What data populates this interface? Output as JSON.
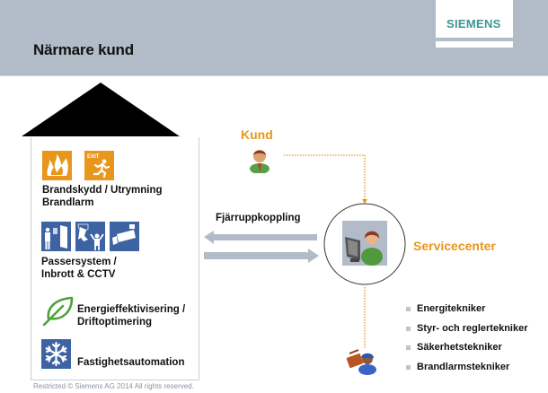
{
  "header": {
    "title": "Närmare kund",
    "brand": "SIEMENS"
  },
  "house": {
    "sections": [
      {
        "label_line1": "Brandskydd / Utrymning",
        "label_line2": "Brandlarm",
        "icons": [
          "fire-icon",
          "exit-running-man-icon"
        ],
        "color": "#e8961c"
      },
      {
        "label_line1": "Passersystem /",
        "label_line2": "Inbrott & CCTV",
        "icons": [
          "access-control-door-icon",
          "burglar-icon",
          "cctv-camera-icon"
        ],
        "color": "#3d63a3"
      },
      {
        "label_line1": "Energieffektivisering /",
        "label_line2": "Driftoptimering",
        "icons": [
          "leaf-icon"
        ],
        "color": "#4fa23a"
      },
      {
        "label_line1": "Fastighetsautomation",
        "label_line2": "",
        "icons": [
          "snowflake-icon"
        ],
        "color": "#3d63a3"
      }
    ]
  },
  "diagram": {
    "kund_label": "Kund",
    "servicecenter_label": "Servicecenter",
    "remote_label": "Fjärruppkoppling",
    "accent_color": "#e8961c",
    "arrow_color": "#b1bcc8"
  },
  "technicians": [
    "Energitekniker",
    "Styr- och reglertekniker",
    "Säkerhetstekniker",
    "Brandlarmstekniker"
  ],
  "footer": {
    "text": "Restricted © Siemens AG 2014 All rights reserved."
  }
}
